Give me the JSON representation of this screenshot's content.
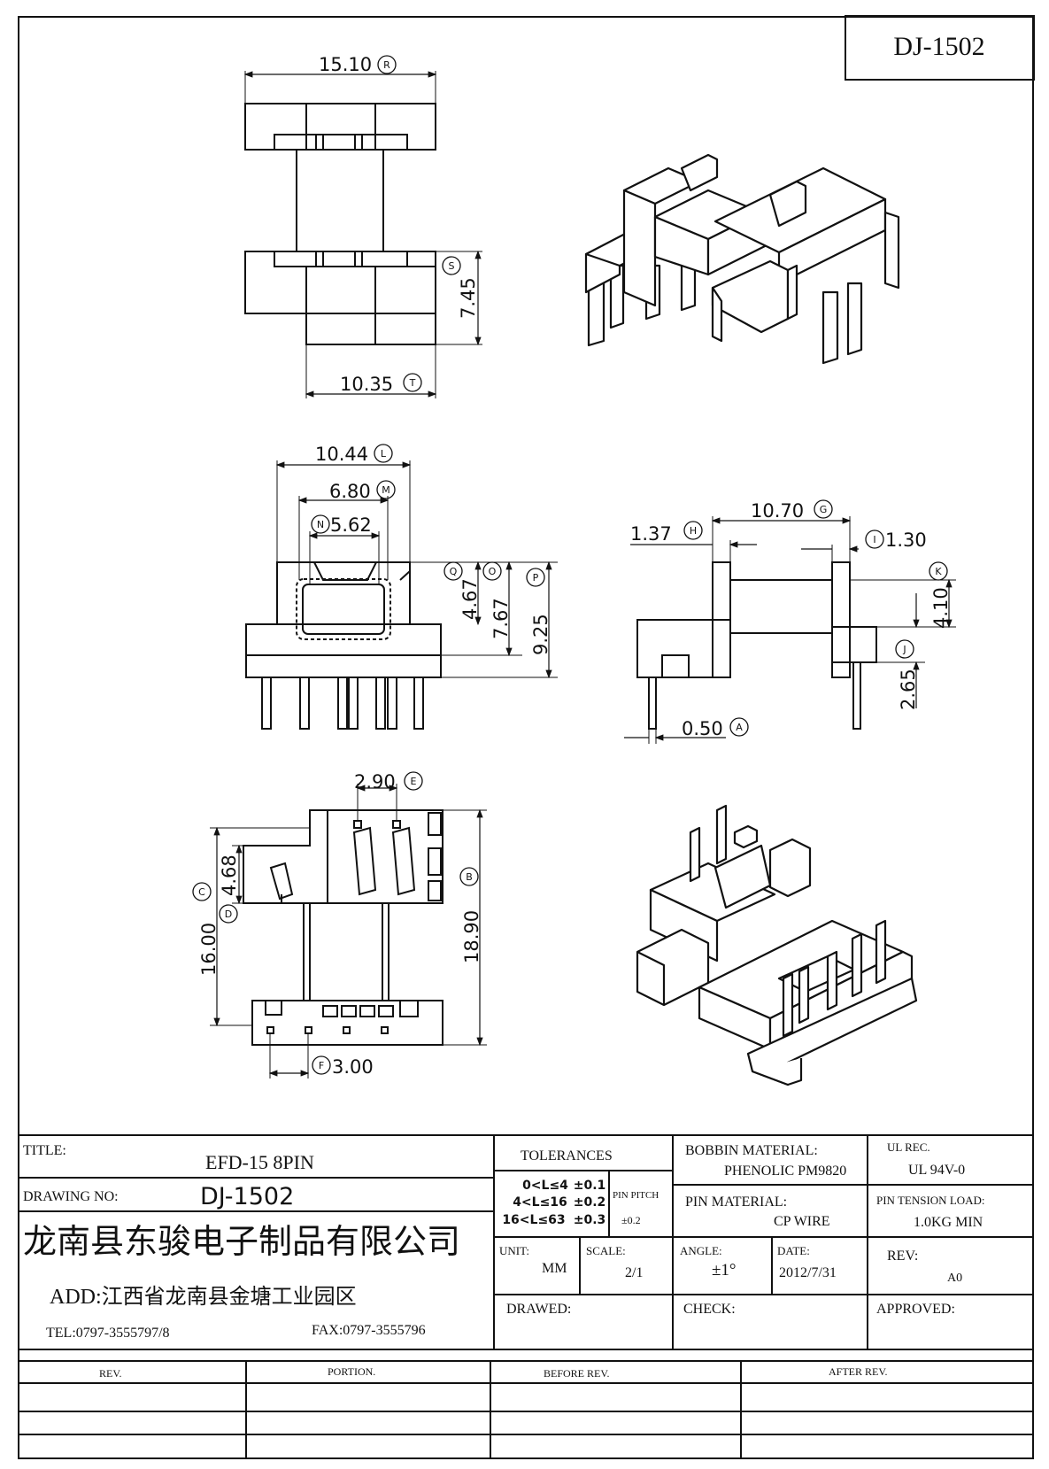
{
  "drawing_code": "DJ-1502",
  "dimensions": {
    "top_width": "15.10",
    "top_width_ref": "R",
    "top_height": "7.45",
    "top_height_ref": "S",
    "top_base": "10.35",
    "top_base_ref": "T",
    "front_width": "10.44",
    "front_width_ref": "L",
    "front_inner": "6.80",
    "front_inner_ref": "M",
    "front_slot": "5.62",
    "front_slot_ref": "N",
    "front_h1": "4.67",
    "front_h1_ref": "Q",
    "front_h2": "7.67",
    "front_h2_ref": "O",
    "front_h3": "9.25",
    "front_h3_ref": "P",
    "side_flange": "1.37",
    "side_flange_ref": "H",
    "side_span": "10.70",
    "side_span_ref": "G",
    "side_wall": "1.30",
    "side_wall_ref": "I",
    "side_h1": "4.10",
    "side_h1_ref": "K",
    "side_h2": "2.65",
    "side_h2_ref": "J",
    "pin_dia": "0.50",
    "pin_dia_ref": "A",
    "bot_pitch_top": "2.90",
    "bot_pitch_top_ref": "E",
    "bot_h_small": "4.68",
    "bot_h_small_ref_c": "C",
    "bot_h_small_ref_d": "D",
    "bot_len": "16.00",
    "bot_total": "18.90",
    "bot_total_ref": "B",
    "bot_pitch": "3.00",
    "bot_pitch_ref": "F"
  },
  "title_block": {
    "title_label": "TITLE:",
    "title_value": "EFD-15   8PIN",
    "drawing_no_label": "DRAWING NO:",
    "drawing_no_value": "DJ-1502",
    "company": "龙南县东骏电子制品有限公司",
    "address": "ADD:江西省龙南县金塘工业园区",
    "tel": "TEL:0797-3555797/8",
    "fax": "FAX:0797-3555796",
    "tolerances_label": "TOLERANCES",
    "tol_rows": [
      {
        "range": "0<L≤4",
        "tol": "±0.1"
      },
      {
        "range": "4<L≤16",
        "tol": "±0.2"
      },
      {
        "range": "16<L≤63",
        "tol": "±0.3"
      }
    ],
    "pin_pitch_label": "PIN PITCH",
    "pin_pitch_value": "±0.2",
    "bobbin_label": "BOBBIN MATERIAL:",
    "bobbin_value": "PHENOLIC PM9820",
    "ul_label": "UL REC.",
    "ul_value": "UL  94V-0",
    "pin_material_label": "PIN MATERIAL:",
    "pin_material_value": "CP WIRE",
    "pin_tension_label": "PIN TENSION LOAD:",
    "pin_tension_value": "1.0KG MIN",
    "unit_label": "UNIT:",
    "unit_value": "MM",
    "scale_label": "SCALE:",
    "scale_value": "2/1",
    "angle_label": "ANGLE:",
    "angle_value": "±1°",
    "date_label": "DATE:",
    "date_value": "2012/7/31",
    "rev_label": "REV:",
    "rev_value": "A0",
    "drawed_label": "DRAWED:",
    "check_label": "CHECK:",
    "approved_label": "APPROVED:"
  },
  "revision_table": {
    "headers": [
      "REV.",
      "PORTION.",
      "BEFORE REV.",
      "AFTER REV."
    ]
  }
}
